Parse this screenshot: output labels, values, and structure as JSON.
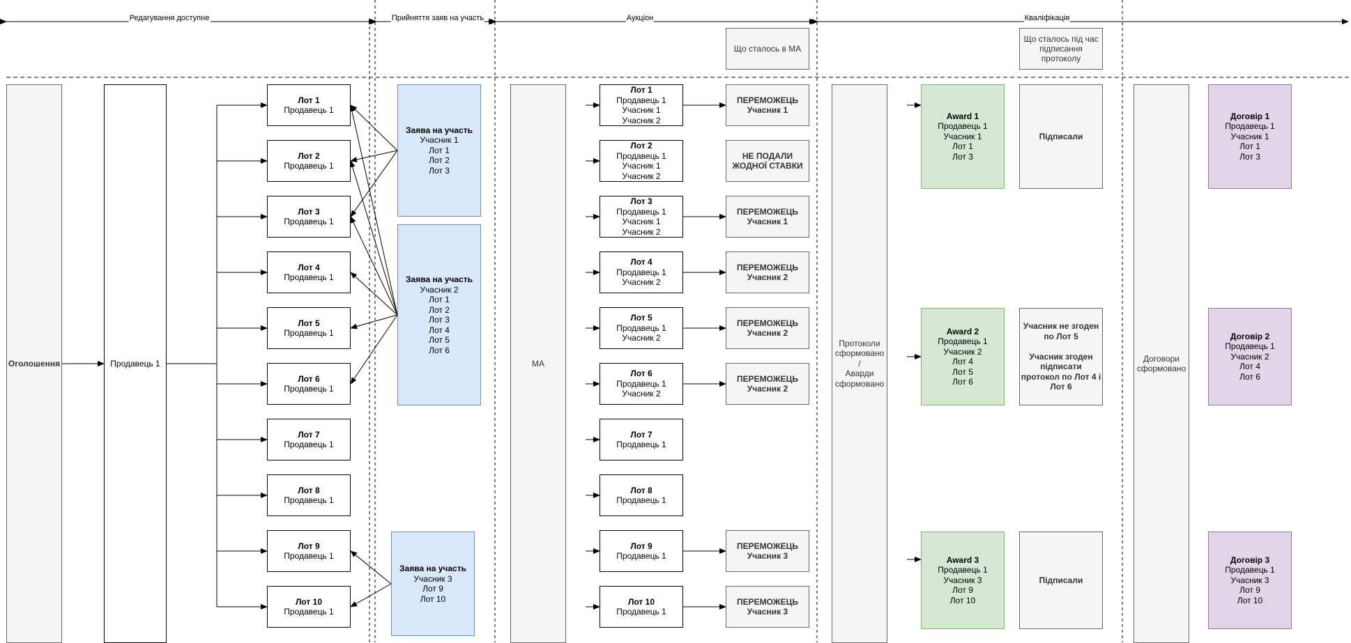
{
  "phases": [
    "Редагування доступне",
    "Прийняття заяв на участь",
    "Аукціон",
    "Кваліфікація"
  ],
  "notes": {
    "ma_note": "Що сталось в МА",
    "qual_note": "Що сталось під час підписання протоколу"
  },
  "announcement": "Оголошення",
  "seller": "Продавець 1",
  "lots": [
    {
      "title": "Лот 1",
      "line": "Продавець 1"
    },
    {
      "title": "Лот 2",
      "line": "Продавець 1"
    },
    {
      "title": "Лот 3",
      "line": "Продавець 1"
    },
    {
      "title": "Лот 4",
      "line": "Продавець 1"
    },
    {
      "title": "Лот 5",
      "line": "Продавець 1"
    },
    {
      "title": "Лот 6",
      "line": "Продавець 1"
    },
    {
      "title": "Лот 7",
      "line": "Продавець 1"
    },
    {
      "title": "Лот 8",
      "line": "Продавець 1"
    },
    {
      "title": "Лот 9",
      "line": "Продавець 1"
    },
    {
      "title": "Лот 10",
      "line": "Продавець 1"
    }
  ],
  "applications": [
    {
      "title": "Заява на участь",
      "lines": [
        "Учасник 1",
        "Лот 1",
        "Лот 2",
        "Лот 3"
      ]
    },
    {
      "title": "Заява на участь",
      "lines": [
        "Учасник 2",
        "Лот 1",
        "Лот 2",
        "Лот 3",
        "Лот 4",
        "Лот 5",
        "Лот 6"
      ]
    },
    {
      "title": "Заява на участь",
      "lines": [
        "Учасник 3",
        "Лот 9",
        "Лот 10"
      ]
    }
  ],
  "ma_label": "МА",
  "auction_lots": [
    {
      "title": "Лот 1",
      "lines": [
        "Продавець 1",
        "Учасник 1",
        "Учасник 2"
      ]
    },
    {
      "title": "Лот 2",
      "lines": [
        "Продавець 1",
        "Учасник 1",
        "Учасник 2"
      ]
    },
    {
      "title": "Лот 3",
      "lines": [
        "Продавець 1",
        "Учасник 1",
        "Учасник 2"
      ]
    },
    {
      "title": "Лот 4",
      "lines": [
        "Продавець 1",
        "Учасник 2"
      ]
    },
    {
      "title": "Лот 5",
      "lines": [
        "Продавець 1",
        "Учасник 2"
      ]
    },
    {
      "title": "Лот 6",
      "lines": [
        "Продавець 1",
        "Учасник 2"
      ]
    },
    {
      "title": "Лот 7",
      "lines": [
        "Продавець 1"
      ]
    },
    {
      "title": "Лот 8",
      "lines": [
        "Продавець 1"
      ]
    },
    {
      "title": "Лот 9",
      "lines": [
        "Продавець 1"
      ]
    },
    {
      "title": "Лот 10",
      "lines": [
        "Продавець 1"
      ]
    }
  ],
  "results": [
    {
      "line1": "ПЕРЕМОЖЕЦЬ",
      "line2": "Учасник 1"
    },
    {
      "line1": "НЕ ПОДАЛИ",
      "line2": "ЖОДНОЇ СТАВКИ"
    },
    {
      "line1": "ПЕРЕМОЖЕЦЬ",
      "line2": "Учасник 1"
    },
    {
      "line1": "ПЕРЕМОЖЕЦЬ",
      "line2": "Учасник 2"
    },
    {
      "line1": "ПЕРЕМОЖЕЦЬ",
      "line2": "Учасник 2"
    },
    {
      "line1": "ПЕРЕМОЖЕЦЬ",
      "line2": "Учасник 2"
    },
    {
      "line1": "ПЕРЕМОЖЕЦЬ",
      "line2": "Учасник 3"
    },
    {
      "line1": "ПЕРЕМОЖЕЦЬ",
      "line2": "Учасник 3"
    }
  ],
  "protocols_lines": [
    "Протоколи",
    "сформовано",
    "/",
    "Аварди",
    "сформовано"
  ],
  "awards": [
    {
      "title": "Award 1",
      "lines": [
        "Продавець 1",
        "Учасник 1",
        "Лот 1",
        "Лот 3"
      ]
    },
    {
      "title": "Award 2",
      "lines": [
        "Продавець 1",
        "Учасник 2",
        "Лот 4",
        "Лот 5",
        "Лот 6"
      ]
    },
    {
      "title": "Award 3",
      "lines": [
        "Продавець 1",
        "Учасник 3",
        "Лот 9",
        "Лот 10"
      ]
    }
  ],
  "signing": [
    {
      "lines": [
        "Підписали"
      ]
    },
    {
      "lines": [
        "Учасник не згоден",
        "по Лот 5",
        "",
        "Учасник згоден",
        "підписати",
        "протокол по Лот 4 і",
        "Лот 6"
      ]
    },
    {
      "lines": [
        "Підписали"
      ]
    }
  ],
  "contracts_lines": [
    "Договори",
    "сформовано"
  ],
  "contracts": [
    {
      "title": "Договір 1",
      "lines": [
        "Продавець 1",
        "Учасник 1",
        "Лот 1",
        "Лот 3"
      ]
    },
    {
      "title": "Договір 2",
      "lines": [
        "Продавець 1",
        "Учасник 2",
        "Лот 4",
        "Лот 6"
      ]
    },
    {
      "title": "Договір 3",
      "lines": [
        "Продавець 1",
        "Учасник 3",
        "Лот 9",
        "Лот 10"
      ]
    }
  ]
}
